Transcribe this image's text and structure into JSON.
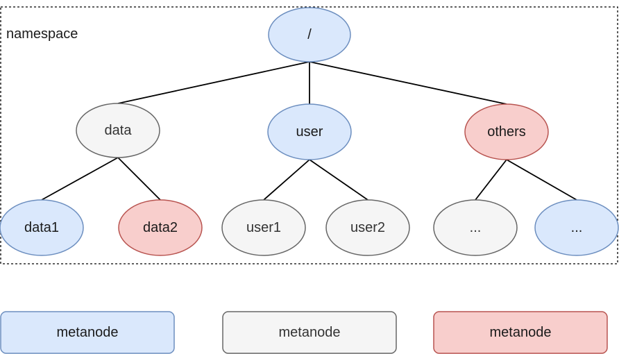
{
  "namespace": {
    "label": "namespace"
  },
  "colors": {
    "blue_fill": "#dae8fc",
    "blue_stroke": "#6c8ebf",
    "gray_fill": "#f5f5f5",
    "gray_stroke": "#666666",
    "red_fill": "#f8cecc",
    "red_stroke": "#b85450",
    "edge": "#000000",
    "text": "#1a1a1a",
    "gray_text": "#333333"
  },
  "nodes": {
    "root": {
      "label": "/",
      "style": "blue"
    },
    "data": {
      "label": "data",
      "style": "gray"
    },
    "user": {
      "label": "user",
      "style": "blue"
    },
    "others": {
      "label": "others",
      "style": "red"
    },
    "data1": {
      "label": "data1",
      "style": "blue"
    },
    "data2": {
      "label": "data2",
      "style": "red"
    },
    "user1": {
      "label": "user1",
      "style": "gray"
    },
    "user2": {
      "label": "user2",
      "style": "gray"
    },
    "others_child_1": {
      "label": "...",
      "style": "gray"
    },
    "others_child_2": {
      "label": "...",
      "style": "blue"
    }
  },
  "edges": [
    {
      "from": "root",
      "to": "data"
    },
    {
      "from": "root",
      "to": "user"
    },
    {
      "from": "root",
      "to": "others"
    },
    {
      "from": "data",
      "to": "data1"
    },
    {
      "from": "data",
      "to": "data2"
    },
    {
      "from": "user",
      "to": "user1"
    },
    {
      "from": "user",
      "to": "user2"
    },
    {
      "from": "others",
      "to": "others_child_1"
    },
    {
      "from": "others",
      "to": "others_child_2"
    }
  ],
  "legend": [
    {
      "label": "metanode",
      "style": "blue"
    },
    {
      "label": "metanode",
      "style": "gray"
    },
    {
      "label": "metanode",
      "style": "red"
    }
  ]
}
